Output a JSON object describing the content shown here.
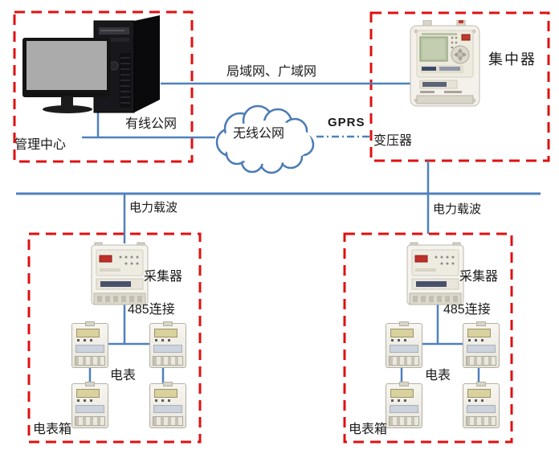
{
  "diagram": {
    "management_center": {
      "label": "管理中心",
      "wired_link_label": "有线公网"
    },
    "network": {
      "lan_wan_label": "局域网、广域网",
      "cloud_label": "无线公网",
      "gprs_label": "GPRS"
    },
    "concentrator_box": {
      "device_label": "集中器",
      "transformer_label": "变压器"
    },
    "plc": {
      "left_label": "电力载波",
      "right_label": "电力载波"
    },
    "meter_box_left": {
      "collector_label": "采集器",
      "rs485_label": "485连接",
      "meter_label": "电表",
      "box_label": "电表箱"
    },
    "meter_box_right": {
      "collector_label": "采集器",
      "rs485_label": "485连接",
      "meter_label": "电表",
      "box_label": "电表箱"
    }
  },
  "colors": {
    "dashed_box_border": "#e01010",
    "connector_line": "#4f81bd",
    "text": "#1a1a1a",
    "background": "#ffffff"
  }
}
